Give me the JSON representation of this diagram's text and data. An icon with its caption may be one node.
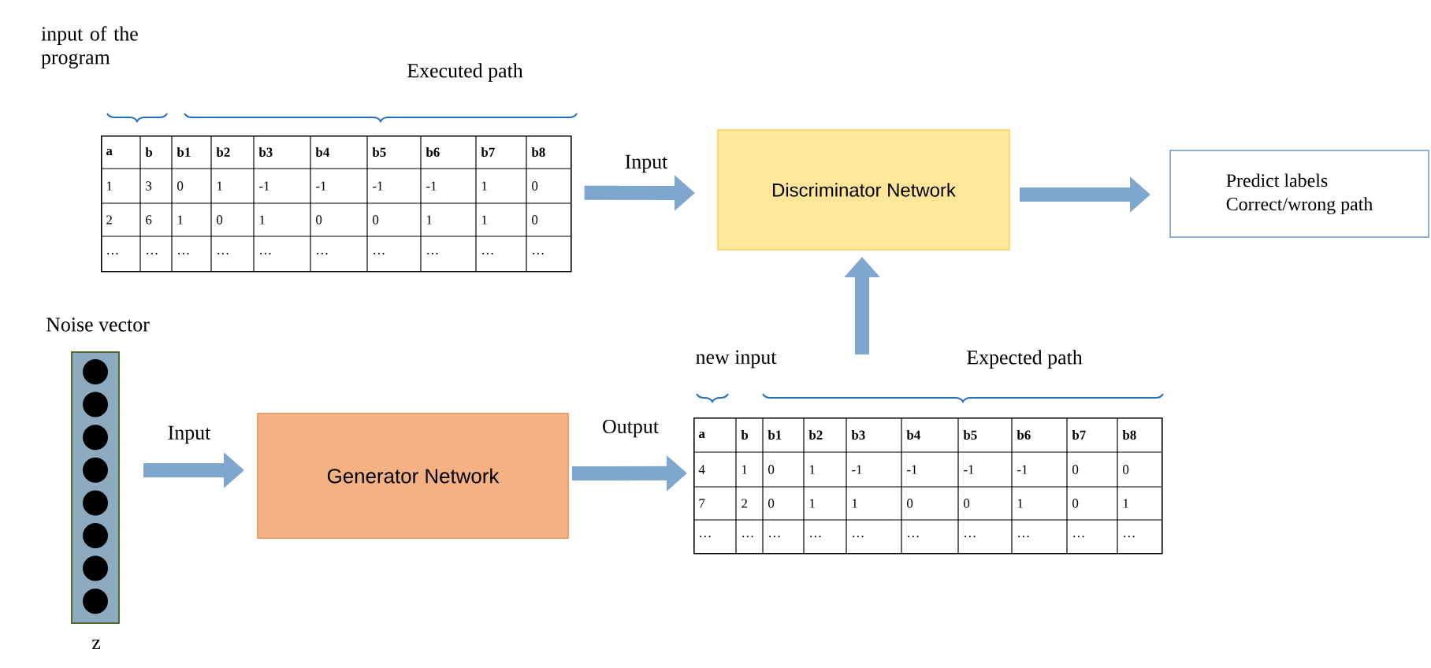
{
  "diagram": {
    "nodes": [
      {
        "text": [],
        "shape": "table"
      },
      {
        "text": [
          "Discriminator Network"
        ]
      },
      {
        "text": [
          "Predict labels",
          "Correct/wrong path"
        ]
      },
      {
        "text": [
          "Noise vector"
        ],
        "beside": [
          "z"
        ]
      },
      {
        "text": [
          "Generator Network"
        ]
      },
      {
        "text": [],
        "shape": "table"
      }
    ],
    "edges": [
      {
        "from": 0,
        "to": 1,
        "arrow": "to",
        "label": "Input"
      },
      {
        "from": 1,
        "to": 2,
        "arrow": "to"
      },
      {
        "from": 3,
        "to": 4,
        "arrow": "to",
        "label": "Input"
      },
      {
        "from": 4,
        "to": 5,
        "arrow": "to",
        "label": "Output"
      },
      {
        "from": 5,
        "to": 1,
        "arrow": "to"
      }
    ],
    "labels": [
      "input of the program",
      "Executed path",
      "a",
      "b",
      "b1",
      "b2",
      "b3",
      "b4",
      "b5",
      "b6",
      "b7",
      "b8",
      "1",
      "3",
      "0",
      "1",
      "-1",
      "-1",
      "-1",
      "-1",
      "1",
      "0",
      "2",
      "6",
      "1",
      "0",
      "1",
      "0",
      "0",
      "1",
      "1",
      "0",
      "…",
      "…",
      "…",
      "…",
      "…",
      "…",
      "…",
      "…",
      "…",
      "…",
      "new input",
      "Expected path",
      "a",
      "b",
      "b1",
      "b2",
      "b3",
      "b4",
      "b5",
      "b6",
      "b7",
      "b8",
      "4",
      "1",
      "0",
      "1",
      "-1",
      "-1",
      "-1",
      "-1",
      "0",
      "0",
      "7",
      "2",
      "0",
      "1",
      "1",
      "0",
      "0",
      "1",
      "0",
      "1",
      "…",
      "…",
      "…",
      "…",
      "…",
      "…",
      "…",
      "…",
      "…",
      "…"
    ]
  }
}
